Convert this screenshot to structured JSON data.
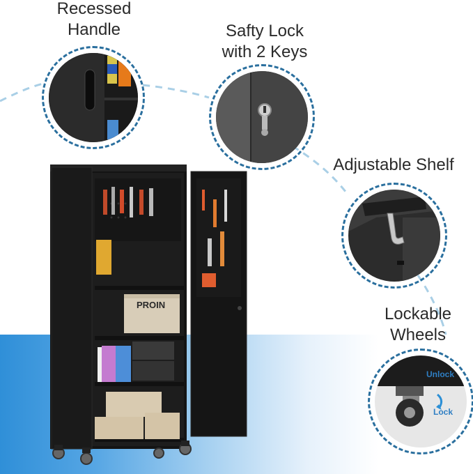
{
  "features": [
    {
      "id": "handle",
      "label_line1": "Recessed",
      "label_line2": "Handle"
    },
    {
      "id": "lock",
      "label_line1": "Safty Lock",
      "label_line2": "with 2 Keys"
    },
    {
      "id": "shelf",
      "label_line1": "Adjustable Shelf",
      "label_line2": ""
    },
    {
      "id": "wheels",
      "label_line1": "Lockable",
      "label_line2": "Wheels"
    }
  ],
  "wheel_callouts": {
    "unlock": "Unlock",
    "lock": "Lock"
  },
  "box_brand": "PROIN",
  "colors": {
    "accent_dash": "#2a6f9e",
    "cabinet": "#141414",
    "background_blue": "#2f8fd8"
  }
}
